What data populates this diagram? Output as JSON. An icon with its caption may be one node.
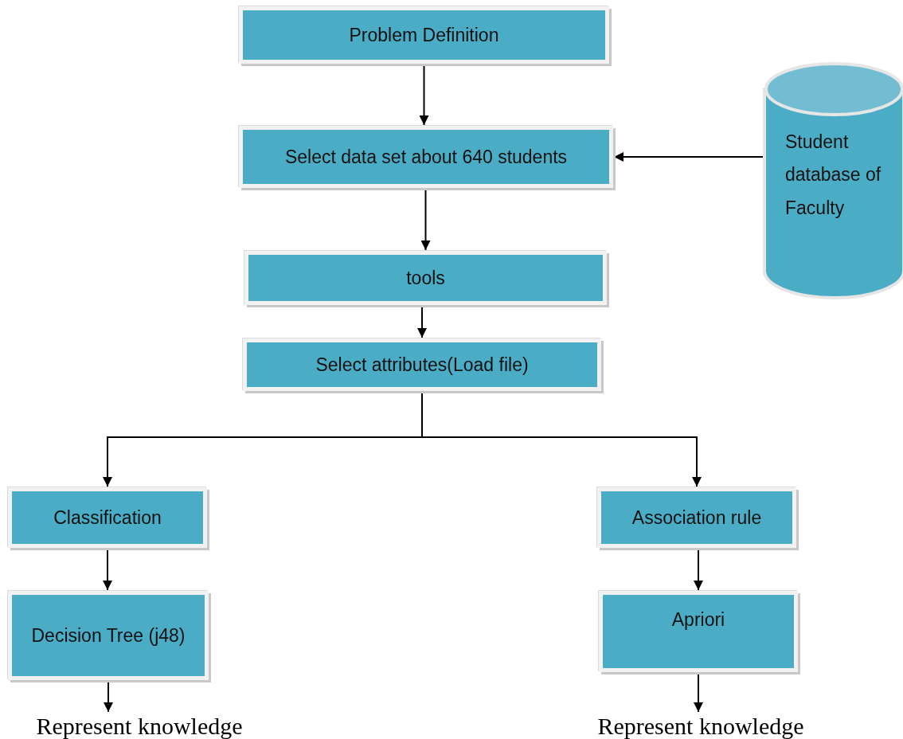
{
  "diagram": {
    "nodes": [
      {
        "text": [
          "Problem Definition"
        ]
      },
      {
        "text": [
          "Select data set about 640 students"
        ]
      },
      {
        "text": [
          "Student database of Faculty"
        ]
      },
      {
        "text": [
          "tools"
        ]
      },
      {
        "text": [
          "Select attributes(Load file)"
        ]
      },
      {
        "text": [
          "Classification"
        ]
      },
      {
        "text": [
          "Association rule"
        ]
      },
      {
        "text": [
          "Decision Tree (j48)"
        ]
      },
      {
        "text": [
          "Apriori"
        ]
      },
      {
        "text": [
          "Represent knowledge"
        ]
      },
      {
        "text": [
          "Represent knowledge"
        ]
      }
    ],
    "edges": [
      {
        "from": 0,
        "to": 1,
        "arrow": "to"
      },
      {
        "from": 2,
        "to": 1,
        "arrow": "to"
      },
      {
        "from": 1,
        "to": 3,
        "arrow": "to"
      },
      {
        "from": 3,
        "to": 4,
        "arrow": "to"
      },
      {
        "from": 4,
        "to": 5,
        "arrow": "to"
      },
      {
        "from": 4,
        "to": 6,
        "arrow": "to"
      },
      {
        "from": 5,
        "to": 7,
        "arrow": "to"
      },
      {
        "from": 6,
        "to": 8,
        "arrow": "to"
      },
      {
        "from": 7,
        "to": 9,
        "arrow": "to"
      },
      {
        "from": 8,
        "to": 10,
        "arrow": "to"
      }
    ]
  }
}
